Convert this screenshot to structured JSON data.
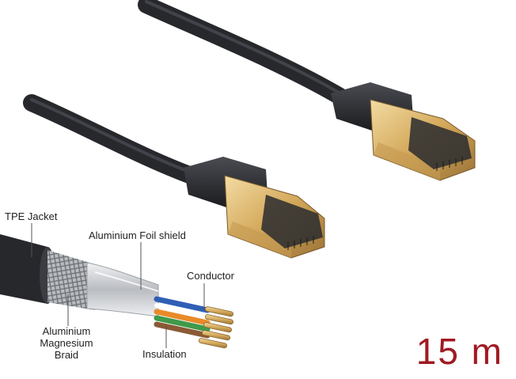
{
  "labels": {
    "tpe_jacket": "TPE Jacket",
    "foil_shield": "Aluminium Foil shield",
    "conductor": "Conductor",
    "braid_line1": "Aluminium",
    "braid_line2": "Magnesium",
    "braid_line3": "Braid",
    "insulation": "Insulation"
  },
  "length": "15 m",
  "colors": {
    "cable": "#2b2d31",
    "cable_highlight": "#5a5d63",
    "gold": "#d9b36a",
    "length_text": "#a01a22",
    "braid": "#c8cacc",
    "pair_blue": "#2f5fb5",
    "pair_orange": "#e98a2a",
    "pair_green": "#3f9a4a",
    "pair_brown": "#8a5a35"
  }
}
